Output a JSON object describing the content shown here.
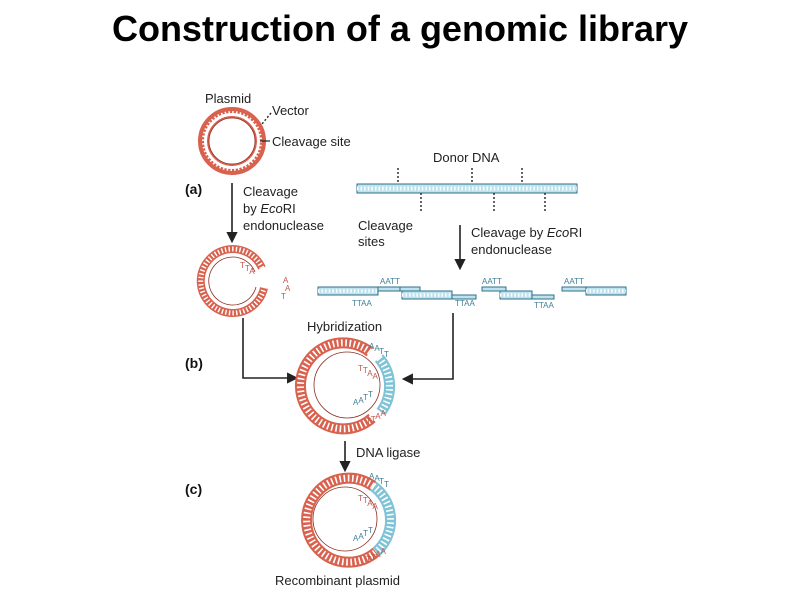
{
  "title": "Construction of a genomic library",
  "labels": {
    "plasmid": "Plasmid",
    "vector": "Vector",
    "cleavage_site": "Cleavage site",
    "donor_dna": "Donor DNA",
    "cleavage_sites_1": "Cleavage",
    "cleavage_sites_2": "sites",
    "cleavage_by_1": "Cleavage",
    "cleavage_by_2_prefix": "by ",
    "cleavage_by_2_enzyme": "Eco",
    "cleavage_by_2_suffix": "RI",
    "cleavage_by_3": "endonuclease",
    "donor_cleavage_1_prefix": "Cleavage by ",
    "donor_cleavage_1_enzyme": "Eco",
    "donor_cleavage_1_suffix": "RI",
    "donor_cleavage_2": "endonuclease",
    "hybridization": "Hybridization",
    "dna_ligase": "DNA ligase",
    "recombinant_plasmid": "Recombinant plasmid"
  },
  "steps": {
    "a": "(a)",
    "b": "(b)",
    "c": "(c)"
  },
  "sequences": {
    "aatt": "AATT",
    "ttaa": "TTAA",
    "A": "A",
    "T": "T"
  },
  "colors": {
    "plasmid": "#d9624f",
    "plasmid_dark": "#8c2e22",
    "donor": "#7fc3d6",
    "donor_dark": "#2f6f86",
    "arrow": "#222222"
  }
}
